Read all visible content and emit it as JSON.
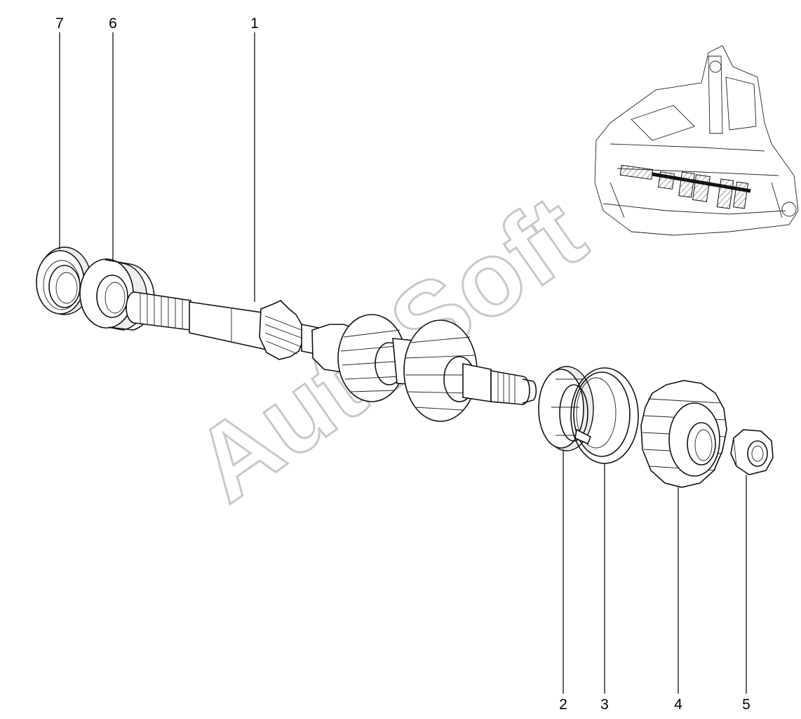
{
  "callouts": [
    {
      "id": "7",
      "label": "7"
    },
    {
      "id": "6",
      "label": "6"
    },
    {
      "id": "1",
      "label": "1"
    },
    {
      "id": "2",
      "label": "2"
    },
    {
      "id": "3",
      "label": "3"
    },
    {
      "id": "4",
      "label": "4"
    },
    {
      "id": "5",
      "label": "5"
    }
  ],
  "watermark": "AutoSoft"
}
